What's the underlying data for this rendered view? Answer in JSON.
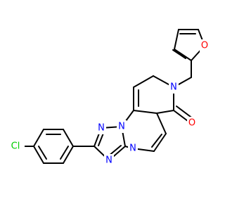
{
  "molecule": {
    "atoms": {
      "chlorine": {
        "label": "Cl",
        "color": "#00cc00"
      },
      "triazole_n1": {
        "label": "N",
        "color": "#0000ff"
      },
      "triazole_n2": {
        "label": "N",
        "color": "#0000ff"
      },
      "triazole_n3": {
        "label": "N",
        "color": "#0000ff"
      },
      "pyrimidine_n": {
        "label": "N",
        "color": "#0000ff"
      },
      "pyridinone_n": {
        "label": "N",
        "color": "#0000ff"
      },
      "carbonyl_o": {
        "label": "O",
        "color": "#ff0000"
      },
      "furan_o": {
        "label": "O",
        "color": "#ff0000"
      }
    }
  }
}
